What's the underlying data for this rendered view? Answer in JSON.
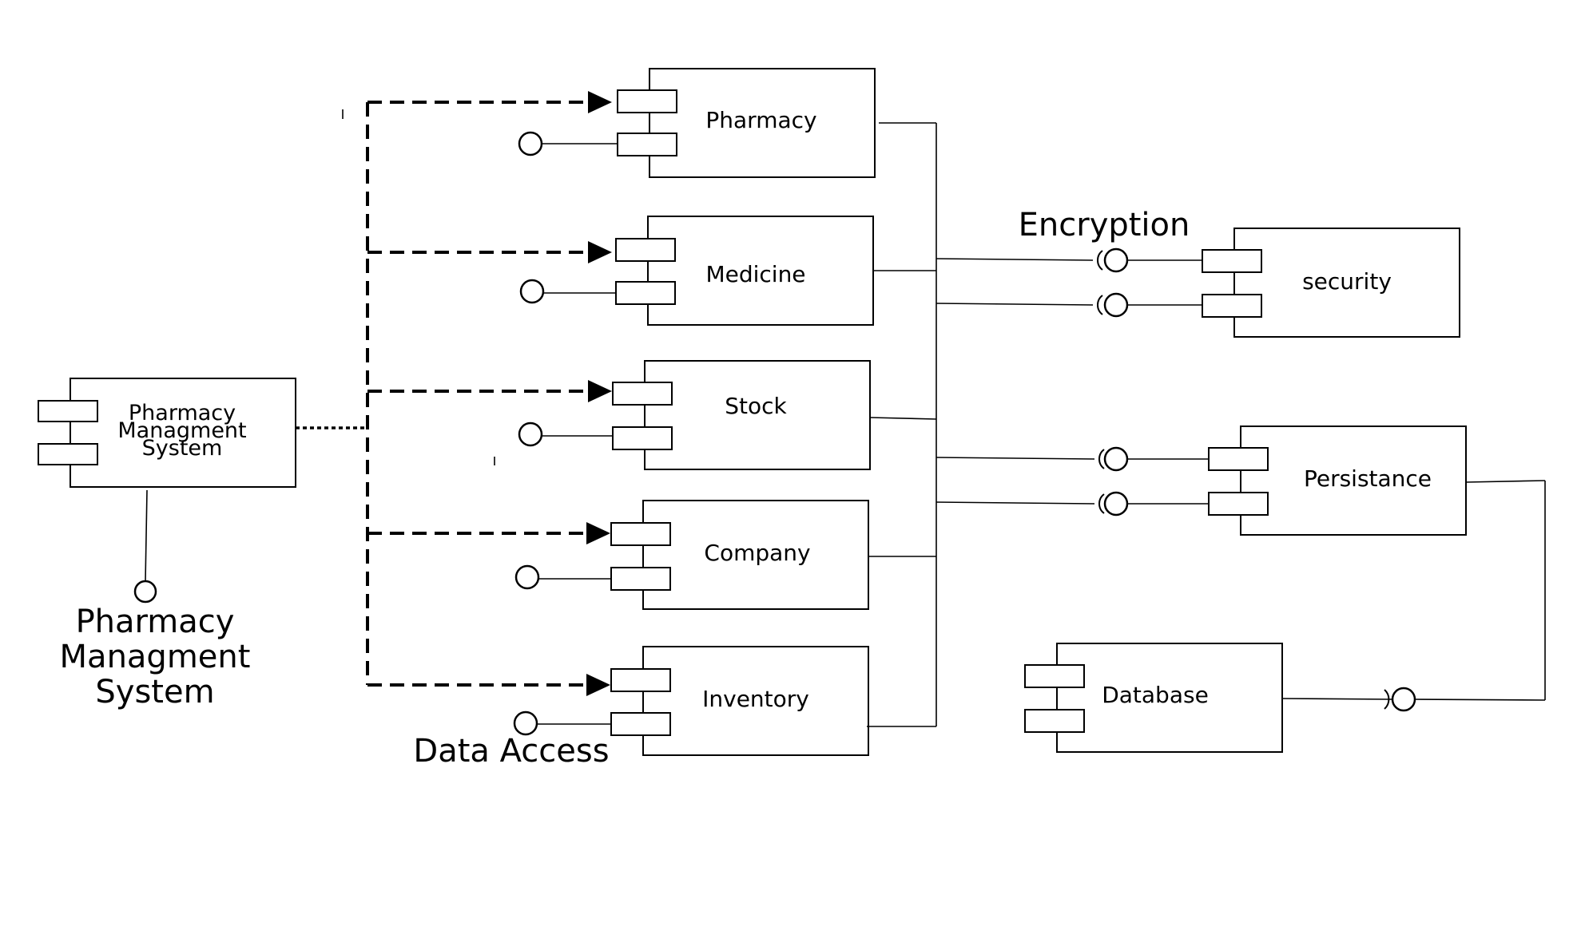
{
  "diagram": {
    "main_component": {
      "label_lines": [
        "Pharmacy",
        "Managment",
        "System"
      ]
    },
    "provided_interface_label": [
      "Pharmacy",
      "Managment",
      "System"
    ],
    "components": {
      "pharmacy": "Pharmacy",
      "medicine": "Medicine",
      "stock": "Stock",
      "company": "Company",
      "inventory": "Inventory",
      "security": "security",
      "persistance": "Persistance",
      "database": "Database"
    },
    "labels": {
      "encryption": "Encryption",
      "data_access": "Data Access"
    }
  }
}
